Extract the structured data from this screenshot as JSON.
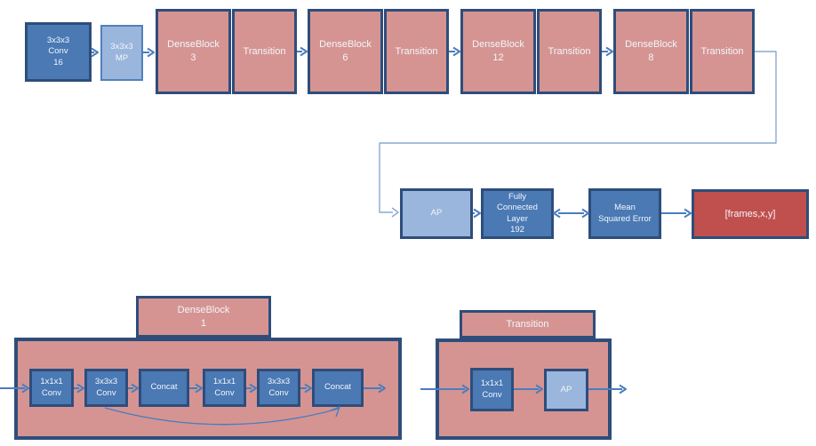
{
  "pipeline": {
    "conv": "3x3x3\nConv\n16",
    "maxpool": "3x3x3\nMP",
    "stages": [
      {
        "dense": "DenseBlock\n3",
        "transition": "Transition"
      },
      {
        "dense": "DenseBlock\n6",
        "transition": "Transition"
      },
      {
        "dense": "DenseBlock\n12",
        "transition": "Transition"
      },
      {
        "dense": "DenseBlock\n8",
        "transition": "Transition"
      }
    ],
    "head": {
      "ap": "AP",
      "fc": "Fully\nConnected\nLayer\n192",
      "mse": "Mean\nSquared Error",
      "output": "[frames,x,y]"
    }
  },
  "denseblock_detail": {
    "title": "DenseBlock\n1",
    "layers": [
      "1x1x1\nConv",
      "3x3x3\nConv",
      "Concat",
      "1x1x1\nConv",
      "3x3x3\nConv",
      "Concat"
    ]
  },
  "transition_detail": {
    "title": "Transition",
    "layers": [
      "1x1x1\nConv",
      "AP"
    ]
  },
  "colors": {
    "dark_blue_fill": "#4a79b4",
    "navy_border": "#2e4d7b",
    "light_blue_fill": "#9bb6dc",
    "light_blue_border": "#4f81bd",
    "pink_fill": "#d59492",
    "red_fill": "#c0504d",
    "arrow_blue": "#4a7dbf",
    "connector_light": "#88a9d6"
  }
}
